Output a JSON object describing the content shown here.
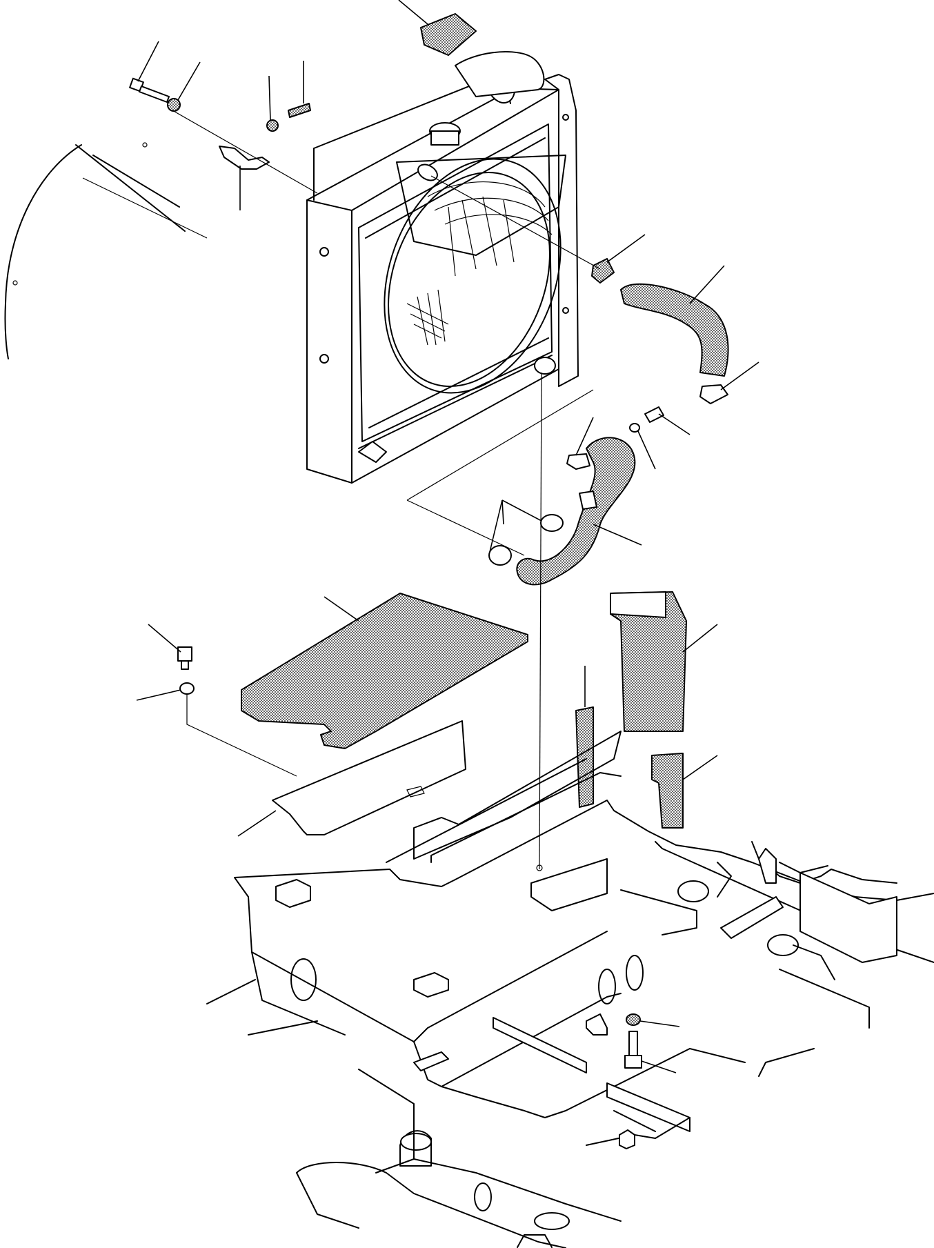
{
  "figure": {
    "description_visible_text": [],
    "colors": {
      "line": "#000000",
      "background": "#ffffff",
      "shading": "#9a9a9a"
    }
  },
  "parts": [
    {
      "name": "bracket-label",
      "shaded": true
    },
    {
      "name": "bolt-top-left"
    },
    {
      "name": "washer-top-left"
    },
    {
      "name": "washer-top"
    },
    {
      "name": "bolt-top"
    },
    {
      "name": "bracket-clamp"
    },
    {
      "name": "radiator"
    },
    {
      "name": "shroud"
    },
    {
      "name": "hose-clamp-upper"
    },
    {
      "name": "upper-hose",
      "shaded": true
    },
    {
      "name": "hose-clamp-upper-2"
    },
    {
      "name": "bolt-mid"
    },
    {
      "name": "washer-mid"
    },
    {
      "name": "hose-bracket"
    },
    {
      "name": "hose-clamps-lower"
    },
    {
      "name": "lower-hose",
      "shaded": true
    },
    {
      "name": "bolt-left"
    },
    {
      "name": "washer-left"
    },
    {
      "name": "seal-pad-large",
      "shaded": true
    },
    {
      "name": "cover-plate"
    },
    {
      "name": "seal-strip",
      "shaded": true
    },
    {
      "name": "seal-block-large",
      "shaded": true
    },
    {
      "name": "seal-block-small",
      "shaded": true
    },
    {
      "name": "washer-bottom"
    },
    {
      "name": "bolt-bottom"
    },
    {
      "name": "frame"
    }
  ]
}
